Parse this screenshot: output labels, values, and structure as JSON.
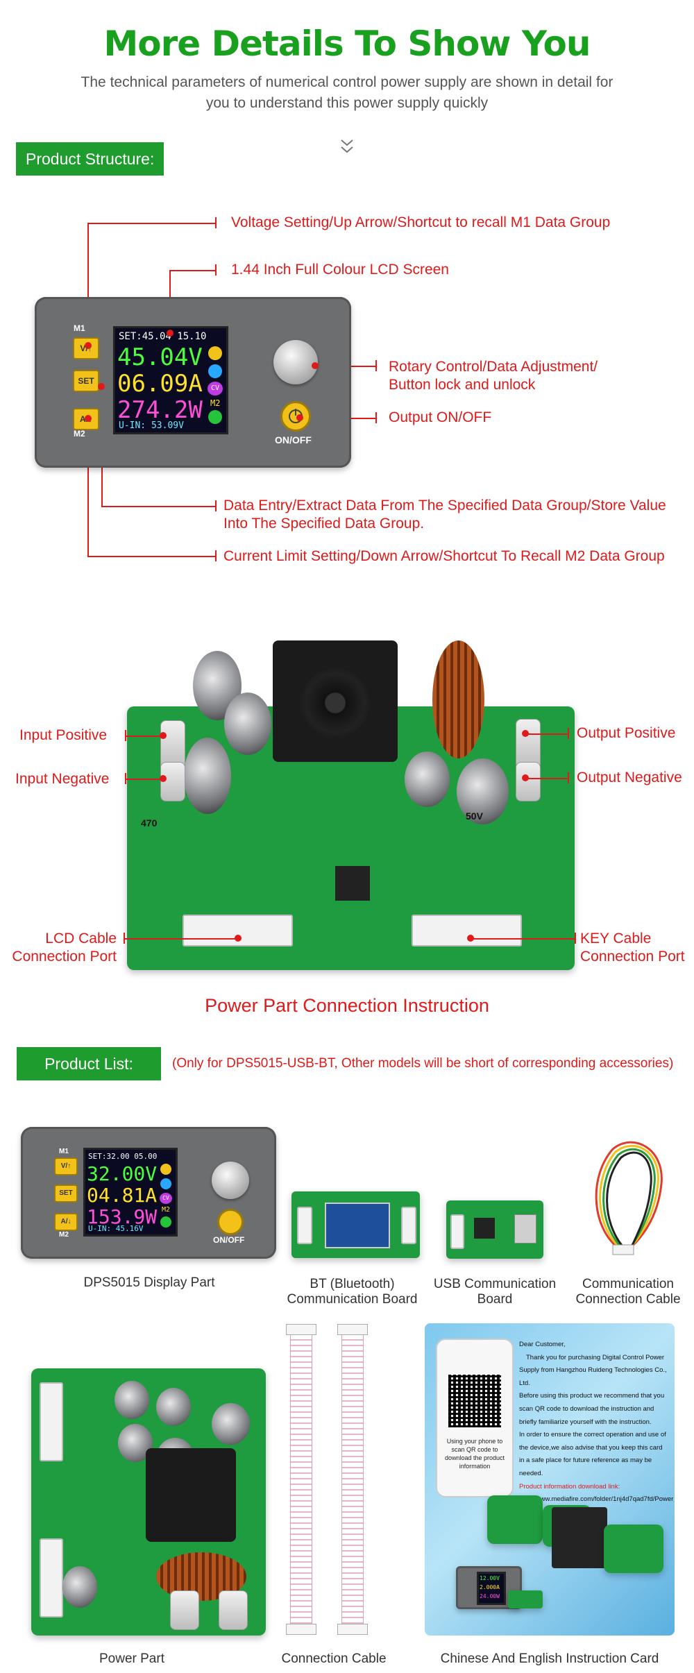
{
  "header": {
    "title": "More Details To Show You",
    "subtitle": "The technical parameters of numerical control power supply are shown in detail for you to understand this power supply quickly"
  },
  "structure": {
    "label": "Product Structure:",
    "callouts": {
      "voltage": "Voltage Setting/Up Arrow/Shortcut to recall M1 Data Group",
      "lcd": "1.44 Inch Full Colour LCD Screen",
      "rotary": "Rotary Control/Data Adjustment/ Button lock and unlock",
      "output": "Output ON/OFF",
      "data_entry": "Data Entry/Extract Data From The Specified Data Group/Store Value Into The Specified Data Group.",
      "current": "Current Limit Setting/Down Arrow/Shortcut To Recall M2 Data Group"
    },
    "device": {
      "m1": "M1",
      "btn_up": "V/↑",
      "btn_set": "SET",
      "btn_down": "A/↓",
      "m2": "M2",
      "set_line": "SET:45.04 15.10",
      "voltage": "45.04V",
      "current": "06.09A",
      "power": "274.2W",
      "vin": "U-IN: 53.09V",
      "cv": "CV",
      "m2_tag": "M2",
      "onoff": "ON/OFF"
    }
  },
  "power_part": {
    "input_positive": "Input Positive",
    "input_negative": "Input Negative",
    "output_positive": "Output Positive",
    "output_negative": "Output Negative",
    "lcd_port": "LCD Cable Connection Port",
    "key_port": "KEY Cable Connection Port",
    "caption": "Power Part Connection Instruction",
    "cap_label": "470",
    "cap2_label": "50V"
  },
  "product_list": {
    "label": "Product List:",
    "note": "(Only for DPS5015-USB-BT, Other models will be short of corresponding accessories)",
    "device": {
      "m1": "M1",
      "btn_up": "V/↑",
      "btn_set": "SET",
      "btn_down": "A/↓",
      "m2": "M2",
      "set_line": "SET:32.00 05.00",
      "voltage": "32.00V",
      "current": "04.81A",
      "power": "153.9W",
      "vin": "U-IN: 45.16V",
      "cv": "CV",
      "m2_tag": "M2",
      "onoff": "ON/OFF"
    },
    "items": [
      "DPS5015 Display Part",
      "BT (Bluetooth) Communication Board",
      "USB Communication Board",
      "Communication Connection Cable",
      "Power Part",
      "Connection Cable",
      "Chinese And English Instruction Card"
    ],
    "card": {
      "greeting": "Dear Customer,",
      "body": [
        "Thank you for purchasing Digital Control Power",
        "Supply from Hangzhou Ruideng Technologies Co., Ltd.",
        "Before using this product we recommend that you",
        "scan QR code to download the instruction and",
        "briefly familiarize yourself with the instruction.",
        "In order to ensure the correct operation and use of",
        "the device,we also advise that you keep this card",
        "in a safe place for future reference as may be needed."
      ],
      "link_label": "Product information download link:",
      "link_url": "http://www.mediafire.com/folder/1nj4d7qad7fd/Power",
      "phone_text": "Using your phone to scan QR code to download the product information",
      "mini_screen": [
        "12.00V",
        "2.000A",
        "24.00W"
      ]
    }
  },
  "colors": {
    "title_green": "#19a01e",
    "label_green": "#1f9c2e",
    "callout_red": "#e01a1a",
    "lcd_voltage": "#4cff3c",
    "lcd_current": "#ffe12a",
    "lcd_power": "#ff4fd8",
    "lcd_set": "#ffffff",
    "lcd_vin": "#6ee8ff"
  }
}
